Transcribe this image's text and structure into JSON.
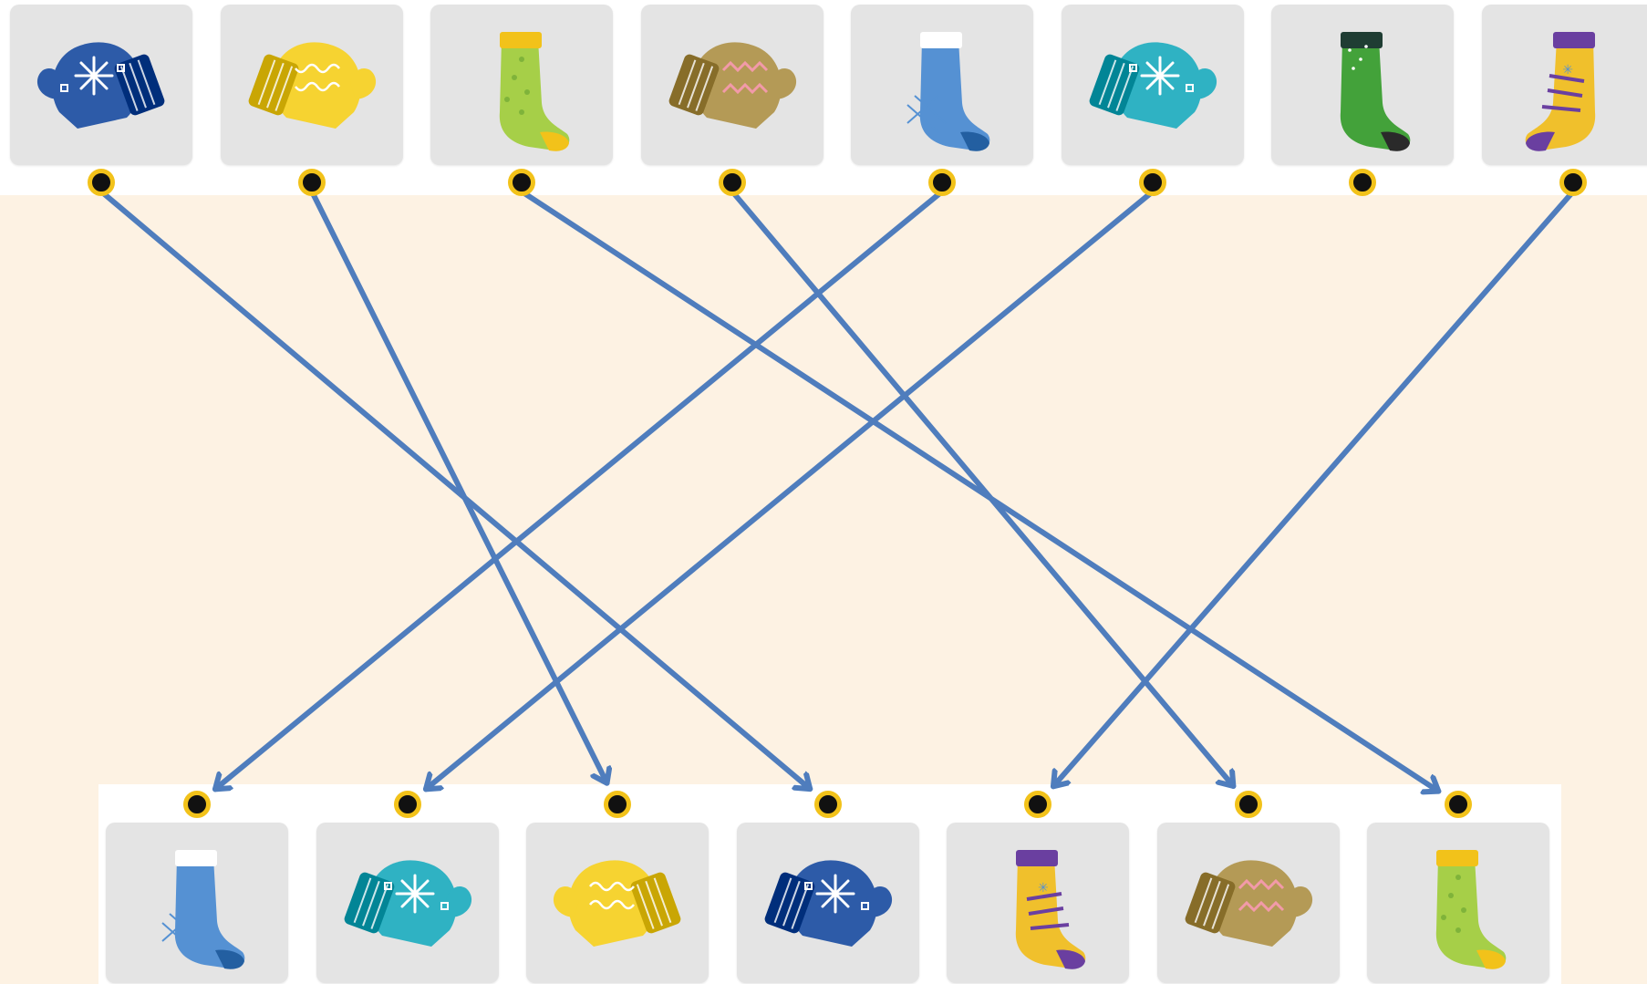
{
  "colors": {
    "background": "#fdf2e3",
    "band": "#ffffff",
    "card": "#e4e4e4",
    "connector_dot": "#111111",
    "connector_ring": "#f2c21a",
    "link_line": "#4f7dbd"
  },
  "top_items": [
    {
      "id": "t1",
      "kind": "mitten",
      "color": "#2d5ba8",
      "pattern": "snowflake",
      "icon": "blue-snowflake-mitten-icon"
    },
    {
      "id": "t2",
      "kind": "mitten",
      "color": "#f6d331",
      "pattern": "wavy",
      "icon": "yellow-mitten-icon"
    },
    {
      "id": "t3",
      "kind": "sock",
      "color": "#a6cf48",
      "pattern": "dots",
      "icon": "green-dotted-sock-icon"
    },
    {
      "id": "t4",
      "kind": "mitten",
      "color": "#b49a56",
      "pattern": "zigzag",
      "icon": "tan-zigzag-mitten-icon"
    },
    {
      "id": "t5",
      "kind": "sock",
      "color": "#5591d3",
      "pattern": "diamond",
      "icon": "blue-diamond-sock-icon"
    },
    {
      "id": "t6",
      "kind": "mitten",
      "color": "#2fb2c3",
      "pattern": "snowflake",
      "icon": "teal-snowflake-mitten-icon"
    },
    {
      "id": "t7",
      "kind": "sock",
      "color": "#43a23a",
      "pattern": "dark-top",
      "icon": "green-dark-sock-icon"
    },
    {
      "id": "t8",
      "kind": "sock",
      "color": "#f0c02c",
      "pattern": "stripes",
      "icon": "yellow-striped-sock-icon"
    }
  ],
  "bottom_items": [
    {
      "id": "b1",
      "kind": "sock",
      "color": "#5591d3",
      "pattern": "diamond",
      "icon": "blue-diamond-sock-icon"
    },
    {
      "id": "b2",
      "kind": "mitten",
      "color": "#2fb2c3",
      "pattern": "snowflake",
      "icon": "teal-snowflake-mitten-icon"
    },
    {
      "id": "b3",
      "kind": "mitten",
      "color": "#f6d331",
      "pattern": "wavy",
      "icon": "yellow-mitten-icon"
    },
    {
      "id": "b4",
      "kind": "mitten",
      "color": "#2d5ba8",
      "pattern": "snowflake",
      "icon": "blue-snowflake-mitten-icon"
    },
    {
      "id": "b5",
      "kind": "sock",
      "color": "#f0c02c",
      "pattern": "stripes",
      "icon": "yellow-striped-sock-icon"
    },
    {
      "id": "b6",
      "kind": "mitten",
      "color": "#b49a56",
      "pattern": "zigzag",
      "icon": "tan-zigzag-mitten-icon"
    },
    {
      "id": "b7",
      "kind": "sock",
      "color": "#a6cf48",
      "pattern": "dots",
      "icon": "green-dotted-sock-icon"
    }
  ],
  "connections": [
    {
      "from": "t1",
      "to": "b4"
    },
    {
      "from": "t2",
      "to": "b3"
    },
    {
      "from": "t3",
      "to": "b7"
    },
    {
      "from": "t4",
      "to": "b6"
    },
    {
      "from": "t5",
      "to": "b1"
    },
    {
      "from": "t6",
      "to": "b2"
    },
    {
      "from": "t8",
      "to": "b5"
    }
  ]
}
